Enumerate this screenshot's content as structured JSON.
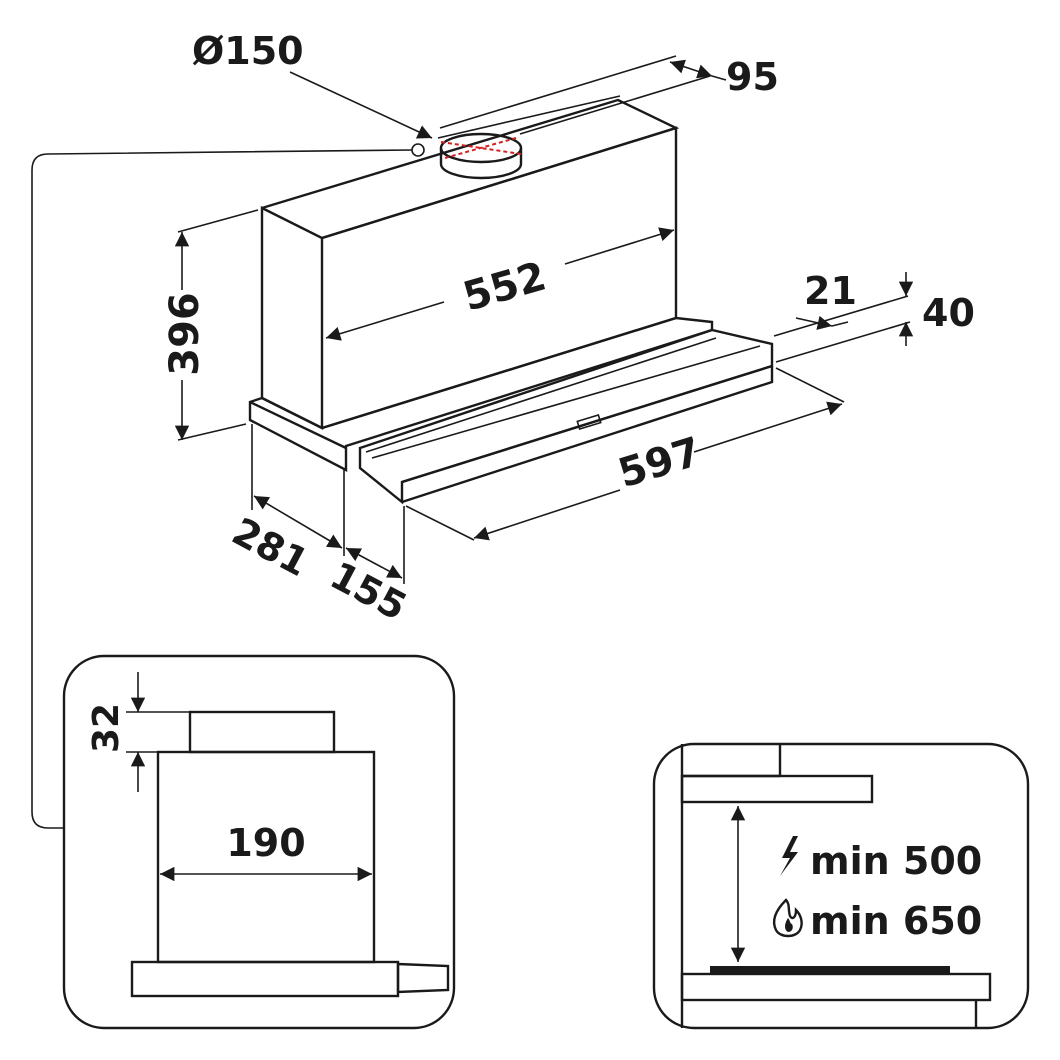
{
  "main_view": {
    "dimensions": {
      "duct_diameter": "Ø150",
      "top_depth": "95",
      "width": "552",
      "height": "396",
      "front_offset": "21",
      "front_height": "40",
      "full_width": "597",
      "depth_closed": "281",
      "drawer_extension": "155"
    }
  },
  "side_detail": {
    "dimensions": {
      "collar_height": "32",
      "body_depth": "190"
    }
  },
  "installation_detail": {
    "electric_clearance": "min 500",
    "gas_clearance": "min 650",
    "electric_symbol": "lightning-icon",
    "gas_symbol": "flame-icon"
  },
  "colors": {
    "line": "#1a1a1a",
    "duct_marker": "#d42020",
    "background": "#ffffff"
  }
}
